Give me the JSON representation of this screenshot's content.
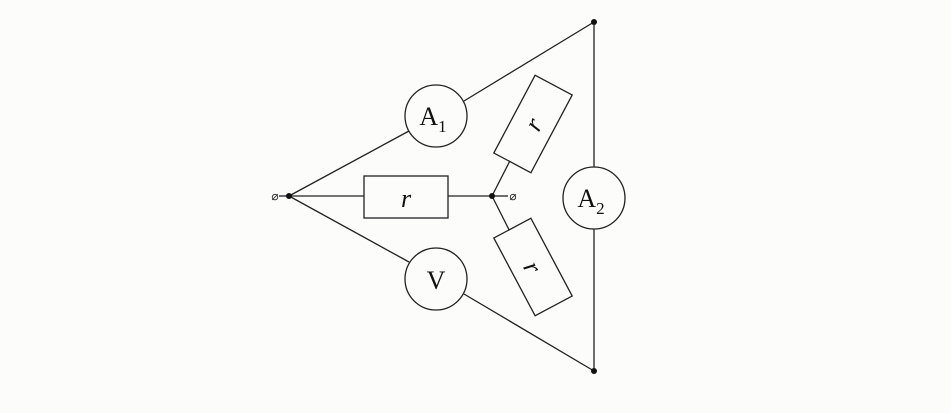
{
  "resistors": {
    "left": "r",
    "upper_right": "r",
    "lower_right": "r"
  },
  "meters": {
    "ammeter_1": {
      "letter": "A",
      "index": "1"
    },
    "ammeter_2": {
      "letter": "A",
      "index": "2"
    },
    "voltmeter": {
      "letter": "V"
    }
  },
  "terminals": {
    "left_symbol": "⌀",
    "center_symbol": "⌀"
  }
}
